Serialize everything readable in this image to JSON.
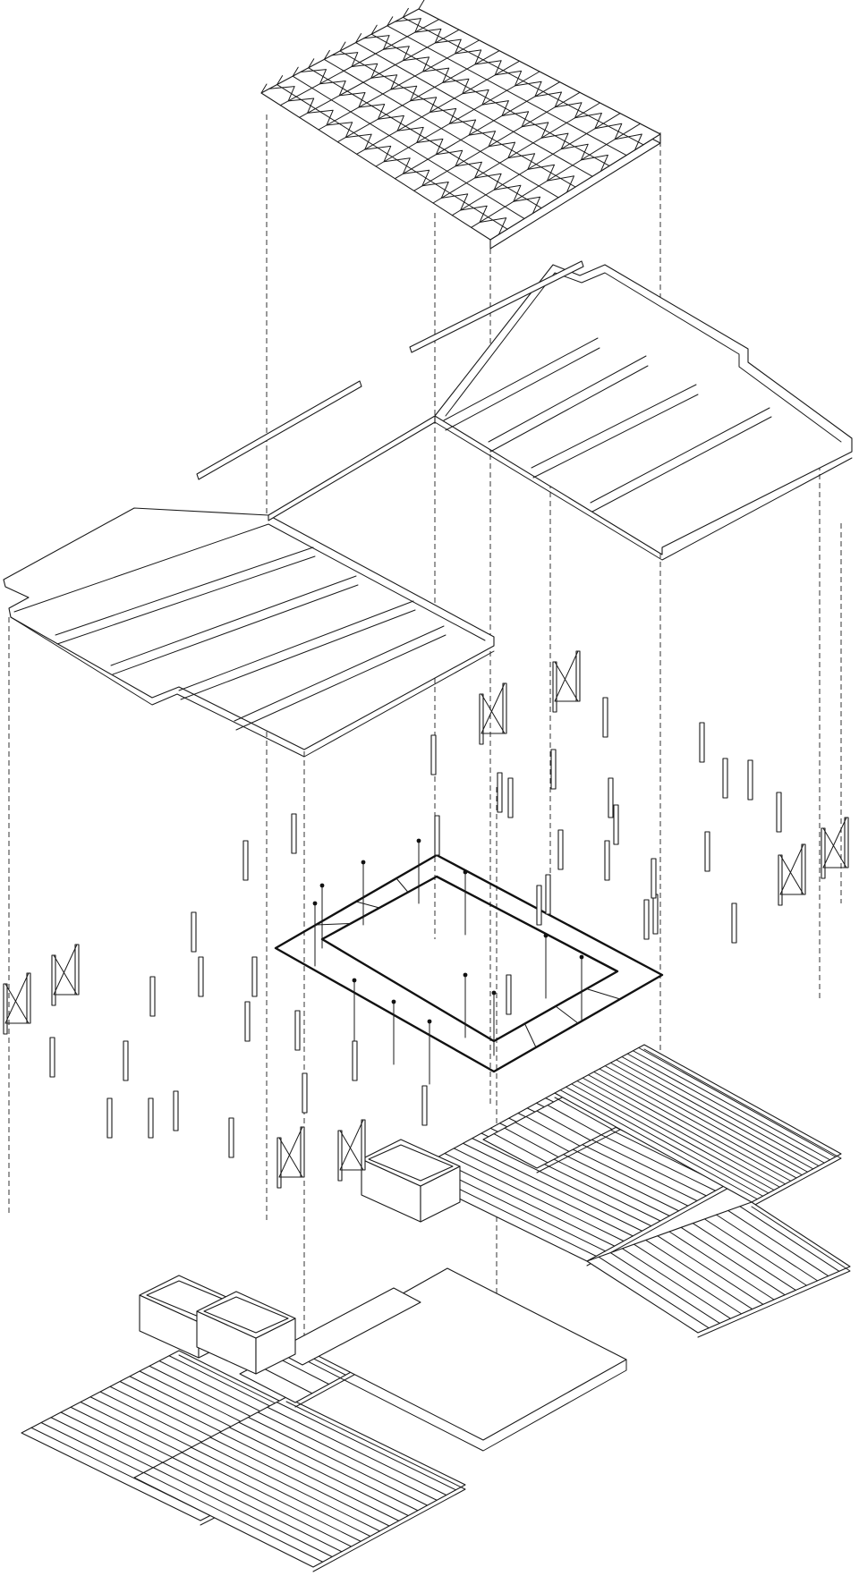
{
  "diagram": {
    "type": "exploded axonometric drawing",
    "colors": {
      "line": "#1a1a1a",
      "background": "#ffffff"
    },
    "layers": [
      {
        "id": "roof-grid"
      },
      {
        "id": "roof-frame-right"
      },
      {
        "id": "roof-frame-left"
      },
      {
        "id": "columns-and-braces"
      },
      {
        "id": "courtyard-ring-beam"
      },
      {
        "id": "enclosures"
      },
      {
        "id": "floor-decking"
      }
    ]
  }
}
